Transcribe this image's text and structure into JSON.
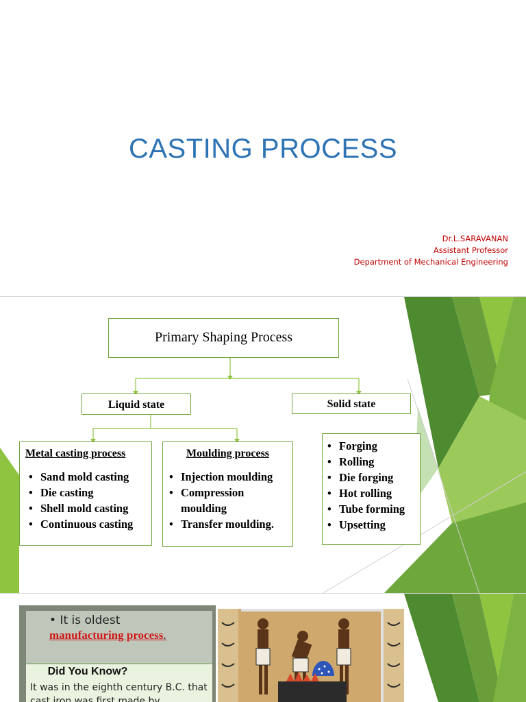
{
  "slide1": {
    "title": "CASTING  PROCESS",
    "author": {
      "name": "Dr.L.SARAVANAN",
      "role": "Assistant Professor",
      "department": "Department of Mechanical Engineering"
    }
  },
  "slide2": {
    "root": "Primary Shaping Process",
    "liquid": "Liquid state",
    "solid": "Solid state",
    "metal_casting": {
      "title": "Metal casting process",
      "items": [
        "Sand mold casting",
        "Die casting",
        "Shell mold casting",
        "Continuous casting"
      ]
    },
    "moulding": {
      "title": "Moulding process",
      "items": [
        "Injection moulding",
        "Compression moulding",
        "Transfer moulding."
      ]
    },
    "solid_items": [
      "Forging",
      "Rolling",
      "Die forging",
      "Hot rolling",
      "Tube forming",
      "Upsetting"
    ],
    "accent_colors": [
      "#70ad47",
      "#9bc95a",
      "#4e8a2f",
      "#c5e0b3"
    ]
  },
  "slide3": {
    "bullet_text": "It is oldest",
    "highlight": "manufacturing process",
    "period": ".",
    "did_you_know": "Did You Know?",
    "fact": "It was in the eighth century B.C. that cast iron was first made by"
  }
}
